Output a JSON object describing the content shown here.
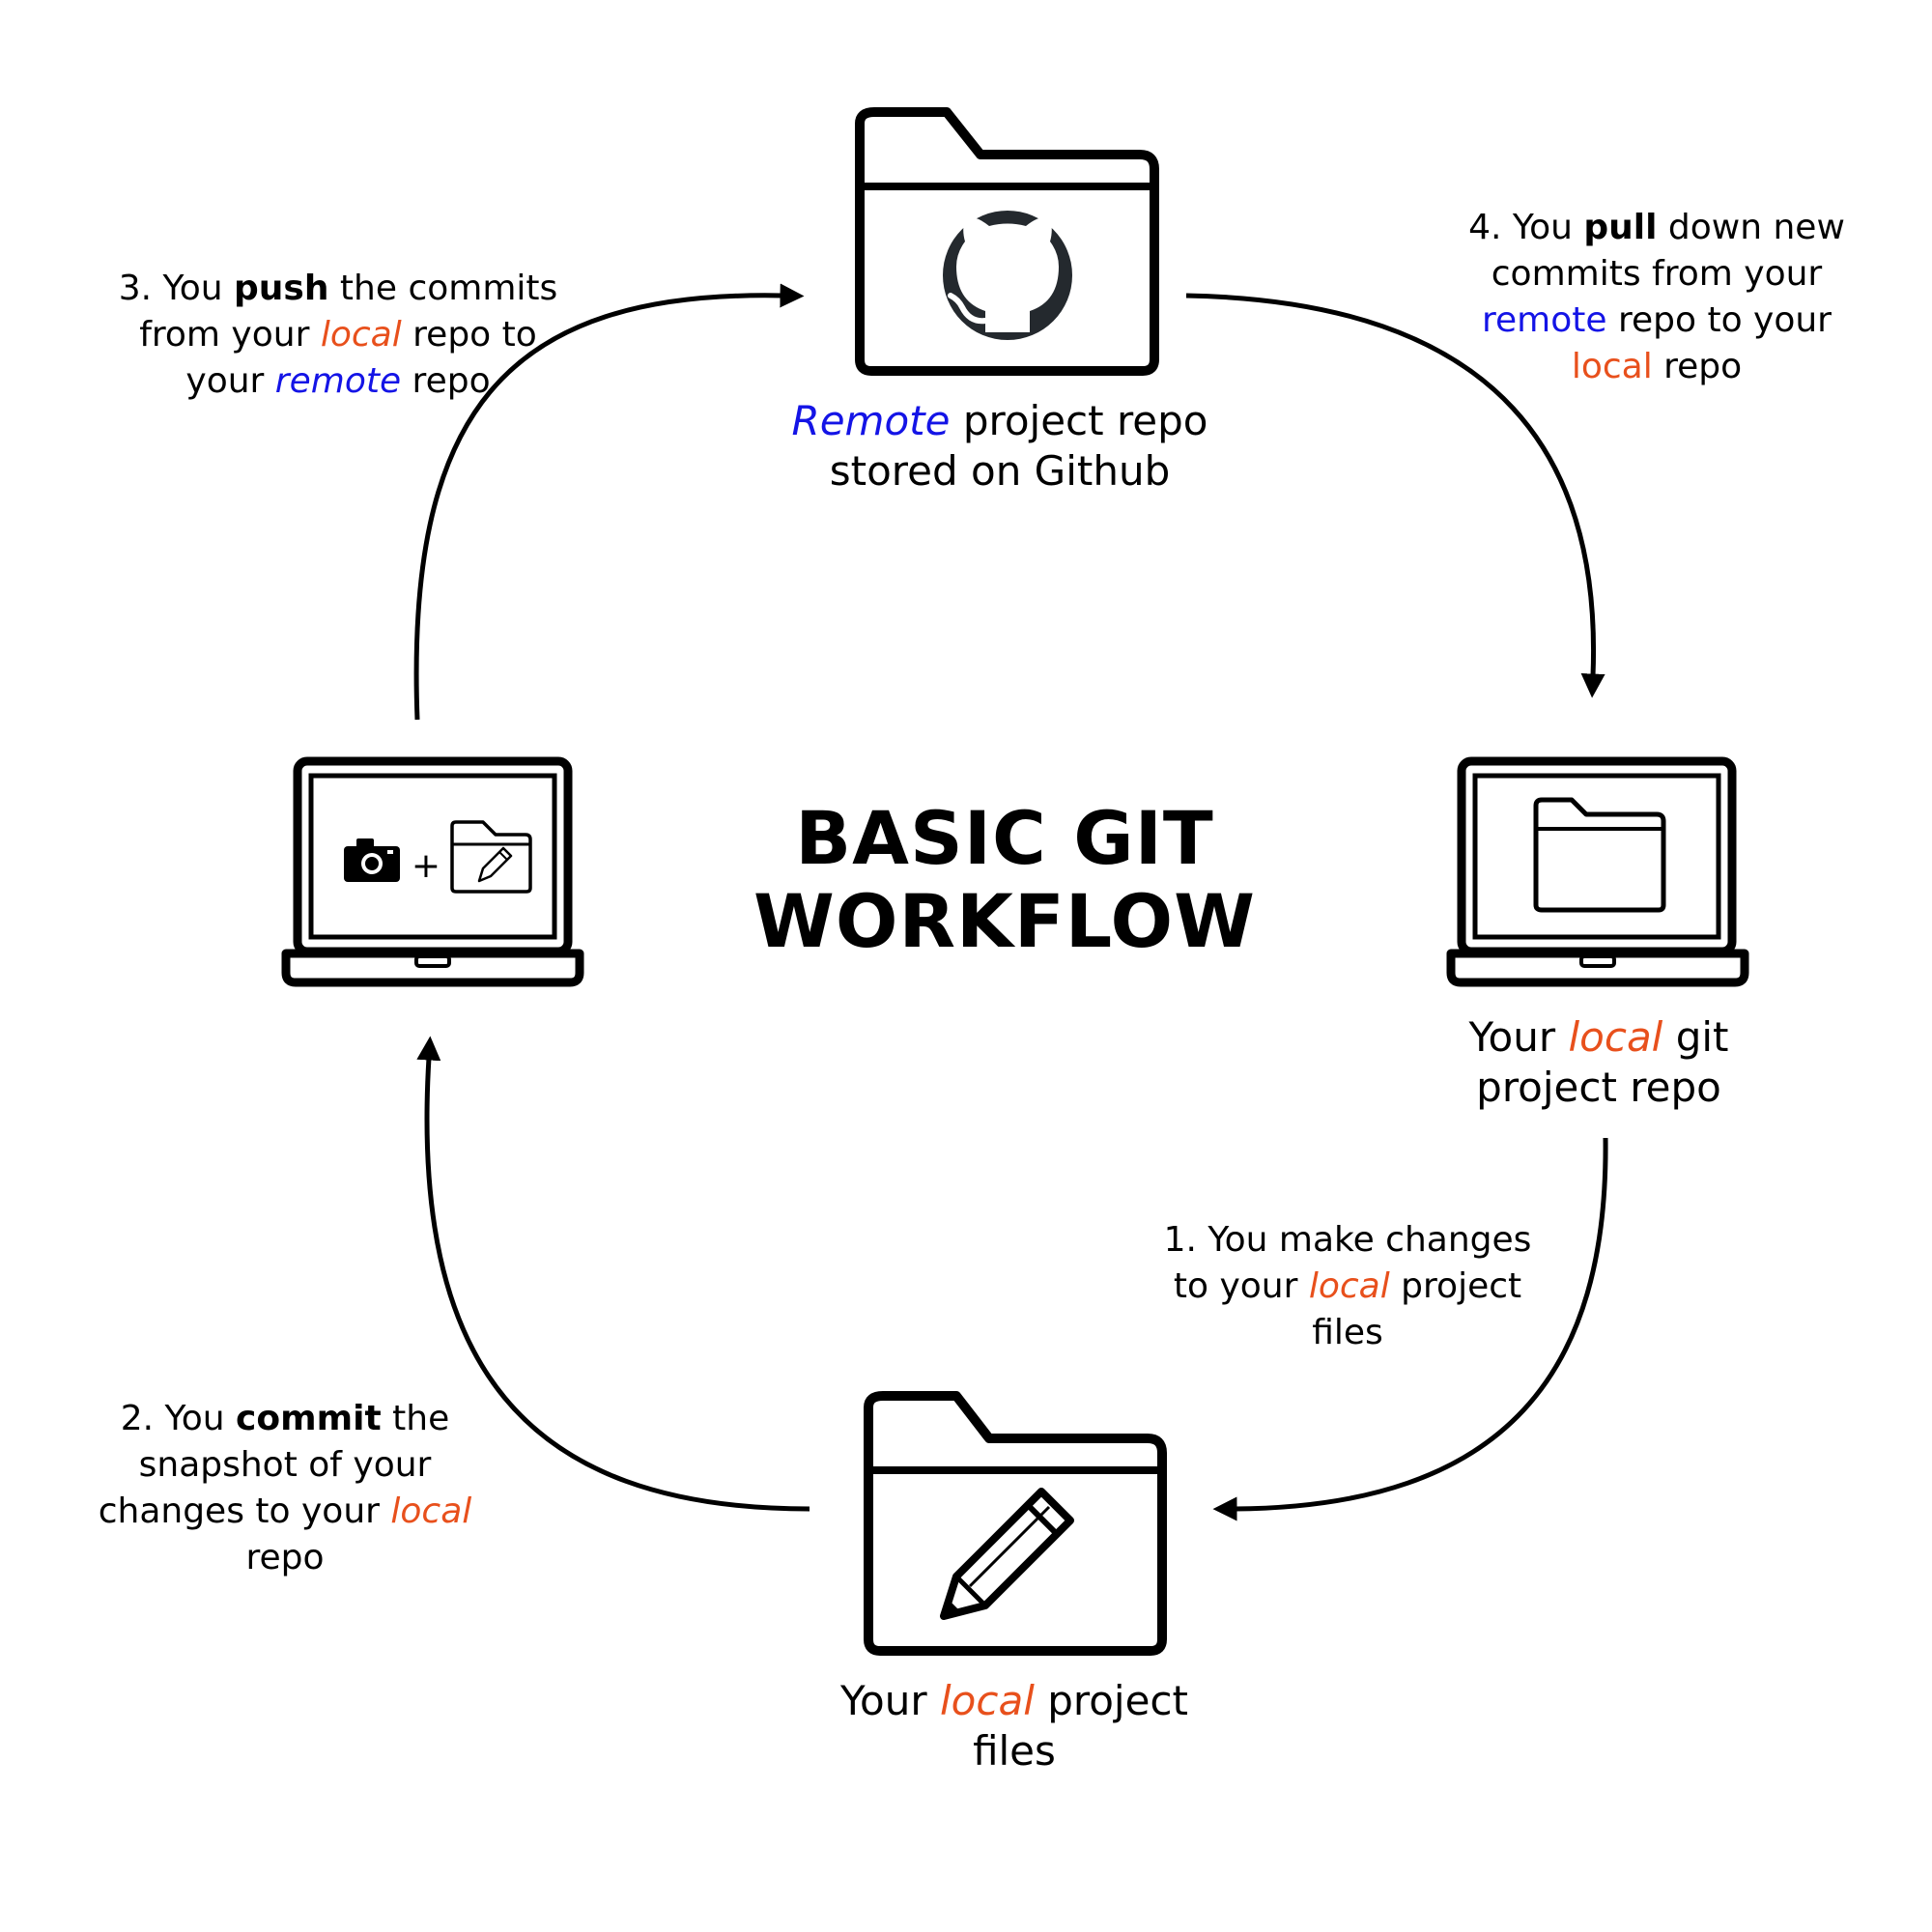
{
  "title": {
    "line1": "BASIC GIT",
    "line2": "WORKFLOW"
  },
  "nodes": {
    "remote_repo": {
      "l1_em": "Remote",
      "l1_rest": " project repo",
      "l2": "stored on Github"
    },
    "local_repo": {
      "l1_a": "Your ",
      "l1_em": "local",
      "l1_b": " git",
      "l2": "project repo"
    },
    "local_files": {
      "l1_a": "Your ",
      "l1_em": "local",
      "l1_b": " project",
      "l2": "files"
    }
  },
  "steps": {
    "step1": {
      "l1": "1.  You make changes",
      "l2_a": "to your ",
      "l2_em": "local",
      "l2_b": " project",
      "l3": "files"
    },
    "step2": {
      "l1_a": "2. You ",
      "l1_bold": "commit",
      "l1_b": " the",
      "l2": "snapshot of your",
      "l3_a": "changes to your ",
      "l3_em": "local",
      "l4": "repo"
    },
    "step3": {
      "l1_a": "3. You ",
      "l1_bold": "push",
      "l1_b": " the commits",
      "l2_a": "from your ",
      "l2_em": "local",
      "l2_b": " repo to",
      "l3_a": "your ",
      "l3_em": "remote",
      "l3_b": " repo"
    },
    "step4": {
      "l1_a": "4. You ",
      "l1_bold": "pull",
      "l1_b": " down new",
      "l2": "commits from your",
      "l3_em": "remote",
      "l3_b": " repo to your",
      "l4_em": "local",
      "l4_b": " repo"
    }
  },
  "colors": {
    "local": "#e8501c",
    "remote": "#1414e6",
    "stroke": "#000000",
    "github": "#24292e"
  },
  "icons": [
    "folder-icon",
    "github-icon",
    "laptop-icon",
    "camera-icon",
    "pencil-icon"
  ]
}
